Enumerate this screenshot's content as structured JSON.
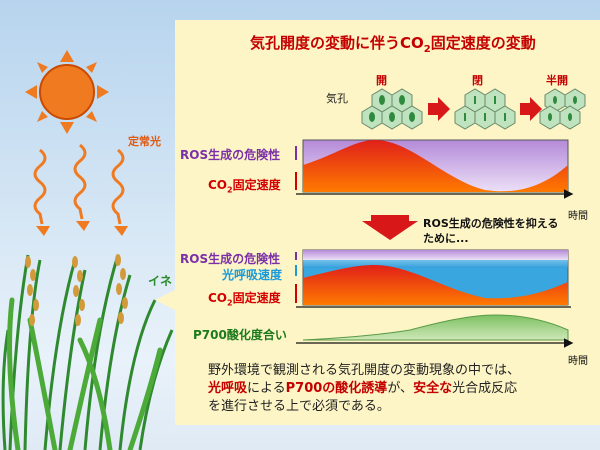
{
  "title_prefix": "気孔開度の変動に伴う",
  "title_co2": "CO",
  "title_sub": "2",
  "title_suffix": "固定速度の変動",
  "stomata_states": [
    "開",
    "閉",
    "半開"
  ],
  "stomata_label": "気孔",
  "sun_label": "定常光",
  "rice_label": "イネ",
  "top_chart": {
    "ros_label": "ROS生成の危険性",
    "co2_label_prefix": "CO",
    "co2_label_sub": "2",
    "co2_label_suffix": "固定速度",
    "time_label": "時間"
  },
  "arrow_note": "ROS生成の危険性を抑えるために...",
  "bottom_chart": {
    "ros_label": "ROS生成の危険性",
    "photoresp_label": "光呼吸速度",
    "co2_label_prefix": "CO",
    "co2_label_sub": "2",
    "co2_label_suffix": "固定速度",
    "p700_label": "P700酸化度合い",
    "time_label": "時間"
  },
  "footer": {
    "line1": "野外環境で観測される気孔開度の変動現象の中では、",
    "hl1": "光呼吸",
    "mid1": "による",
    "hl2": "P700の酸化誘導",
    "mid2": "が、",
    "hl3": "安全な",
    "mid3": "光合成反応",
    "line3": "を進行させる上で必須である。"
  },
  "colors": {
    "red": "#e02000",
    "purple": "#b48ad8",
    "blue": "#3aa6e0",
    "green": "#8cc77a",
    "panel": "#fdf5c6"
  }
}
